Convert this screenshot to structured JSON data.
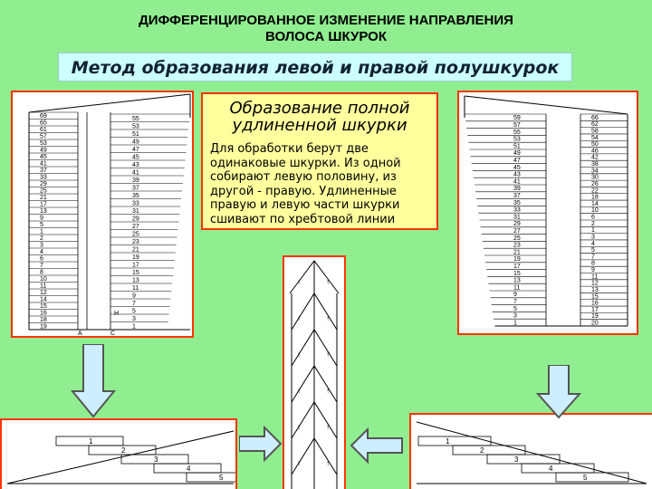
{
  "slide": {
    "title": "ДИФФЕРЕНЦИРОВАННОЕ ИЗМЕНЕНИЕ НАПРАВЛЕНИЯ\nВОЛОСА ШКУРОК",
    "subtitle": "Метод образования левой и правой полушкурок",
    "info": {
      "heading": "Образование полной\nудлиненной шкурки",
      "text": "Для обработки берут две одинаковые шкурки. Из одной собирают левую половину, из другой - правую. Удлиненные правую и левую части шкурки сшивают по хребтовой линии"
    },
    "left_diagram": {
      "left_numbers": [
        "69",
        "65",
        "61",
        "57",
        "53",
        "49",
        "45",
        "41",
        "37",
        "33",
        "29",
        "25",
        "21",
        "17",
        "13",
        "9",
        "5",
        "1",
        "2",
        "3",
        "4",
        "6",
        "7",
        "8",
        "10",
        "11",
        "12",
        "14",
        "15",
        "16",
        "18",
        "19"
      ],
      "right_numbers": [
        "55",
        "53",
        "51",
        "49",
        "47",
        "45",
        "43",
        "41",
        "39",
        "37",
        "35",
        "33",
        "31",
        "29",
        "27",
        "25",
        "23",
        "21",
        "19",
        "17",
        "15",
        "13",
        "11",
        "9",
        "7",
        "5",
        "3",
        "1"
      ],
      "mark_a": "A",
      "mark_c": "C",
      "mark_h": "H"
    },
    "right_diagram": {
      "left_numbers": [
        "59",
        "57",
        "55",
        "53",
        "51",
        "49",
        "47",
        "45",
        "43",
        "41",
        "39",
        "37",
        "35",
        "33",
        "31",
        "29",
        "27",
        "25",
        "23",
        "21",
        "19",
        "17",
        "15",
        "13",
        "11",
        "9",
        "7",
        "5",
        "3",
        "1"
      ],
      "right_numbers": [
        "66",
        "62",
        "58",
        "54",
        "50",
        "46",
        "42",
        "38",
        "34",
        "30",
        "26",
        "22",
        "18",
        "14",
        "10",
        "6",
        "2",
        "1",
        "3",
        "4",
        "5",
        "7",
        "8",
        "9",
        "11",
        "12",
        "13",
        "15",
        "16",
        "17",
        "19",
        "20"
      ]
    },
    "bottom_left_steps": [
      "5",
      "4",
      "3",
      "2",
      "1"
    ],
    "bottom_right_steps": [
      "5",
      "4",
      "3",
      "2",
      "1"
    ],
    "colors": {
      "background": "#90ee90",
      "panel_border": "#ff3300",
      "arrow_fill": "#cceeff",
      "arrow_stroke": "#555555"
    }
  }
}
